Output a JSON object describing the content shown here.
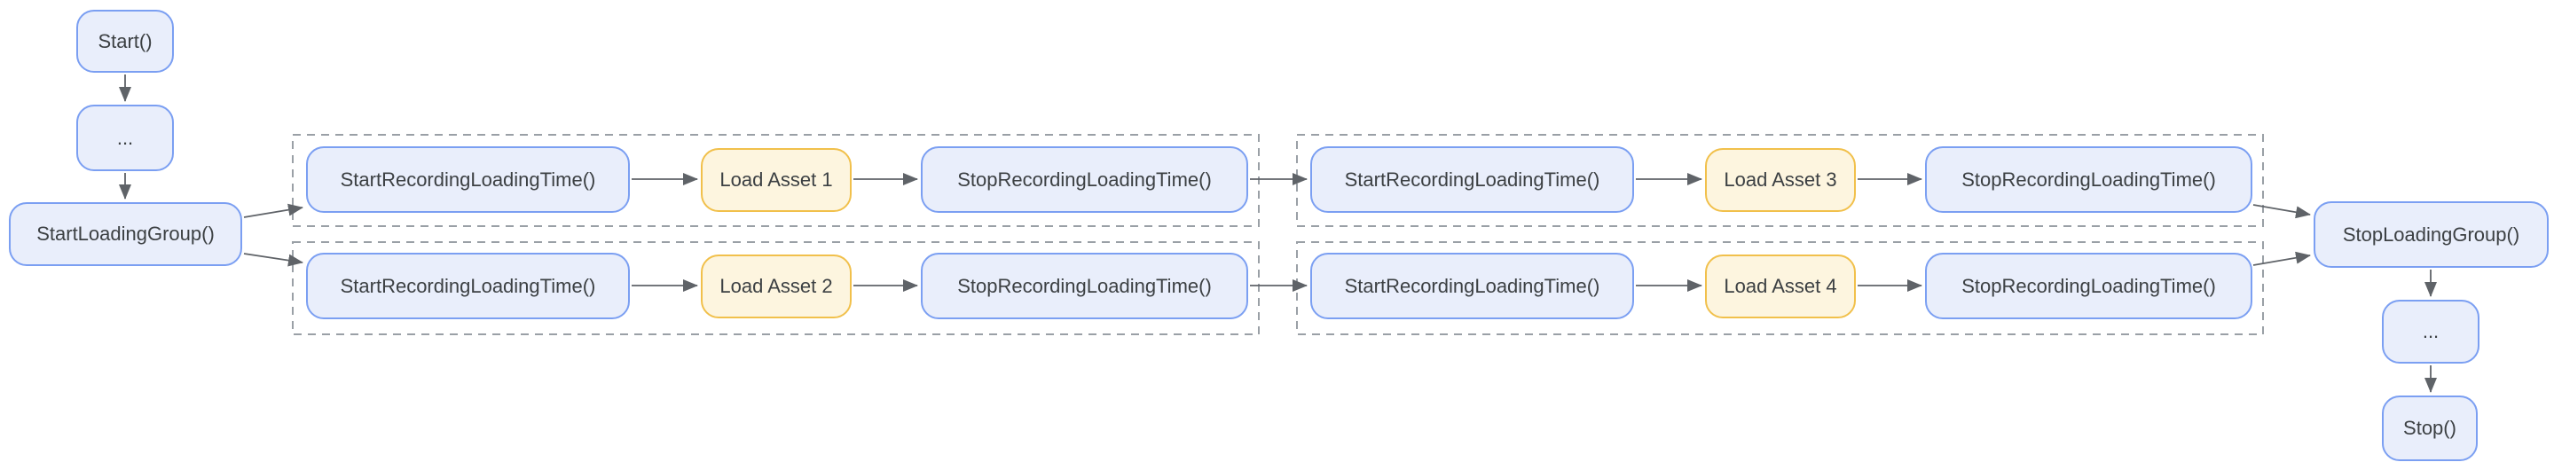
{
  "flow": {
    "start": "Start()",
    "ellipsis_top": "...",
    "start_group": "StartLoadingGroup()",
    "stop_group": "StopLoadingGroup()",
    "ellipsis_bottom": "...",
    "stop": "Stop()"
  },
  "groups": [
    {
      "rows": [
        {
          "start": "StartRecordingLoadingTime()",
          "asset": "Load Asset 1",
          "stop": "StopRecordingLoadingTime()"
        },
        {
          "start": "StartRecordingLoadingTime()",
          "asset": "Load Asset 2",
          "stop": "StopRecordingLoadingTime()"
        }
      ]
    },
    {
      "rows": [
        {
          "start": "StartRecordingLoadingTime()",
          "asset": "Load Asset 3",
          "stop": "StopRecordingLoadingTime()"
        },
        {
          "start": "StartRecordingLoadingTime()",
          "asset": "Load Asset 4",
          "stop": "StopRecordingLoadingTime()"
        }
      ]
    }
  ],
  "colors": {
    "call_node_fill": "#e9eefb",
    "call_node_border": "#7b9ff2",
    "asset_node_fill": "#fdf5df",
    "asset_node_border": "#f1c04b",
    "arrow": "#5f6368",
    "row_outline": "#9aa0a6",
    "text": "#3c4043",
    "background": "#ffffff"
  }
}
